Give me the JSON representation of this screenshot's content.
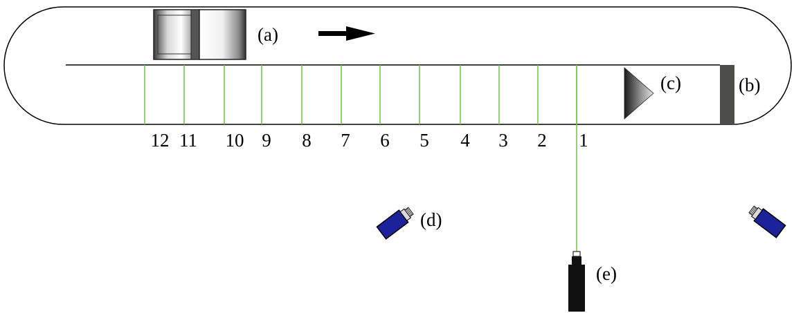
{
  "labels": {
    "vehicle": "(a)",
    "end_wall": "(b)",
    "prism": "(c)",
    "camera": "(d)",
    "laser": "(e)"
  },
  "gauge_numbers": [
    "12",
    "11",
    "10",
    "9",
    "8",
    "7",
    "6",
    "5",
    "4",
    "3",
    "2",
    "1"
  ],
  "colors": {
    "track_outline": "#000000",
    "gauge_lines": "#6ac640",
    "laser_beam": "#6ac640",
    "end_wall": "#4d4d4a",
    "camera_body": "#1c239a",
    "laser_body": "#111111",
    "arrow": "#000000"
  },
  "icons": {
    "vehicle": "vehicle-icon",
    "direction": "arrow-right-icon",
    "prism": "prism-icon",
    "camera": "camera-icon",
    "laser": "laser-icon"
  }
}
